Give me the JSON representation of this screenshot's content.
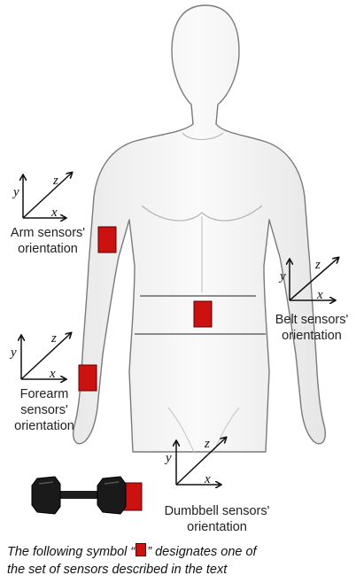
{
  "labels": {
    "arm": [
      "Arm sensors'",
      "orientation"
    ],
    "belt": [
      "Belt sensors'",
      "orientation"
    ],
    "forearm": [
      "Forearm",
      "sensors'",
      "orientation"
    ],
    "dumbbell": [
      "Dumbbell sensors'",
      "orientation"
    ]
  },
  "axes": {
    "x": "x",
    "y": "y",
    "z": "z"
  },
  "caption": {
    "before": "The following symbol “",
    "after": "” designates one of",
    "line2": "the set of sensors described in the text"
  },
  "colors": {
    "sensor": "#cc1111",
    "sensor_border": "#5a0000",
    "body_outline": "#7a7a7a",
    "body_fill": "#f6f6f6"
  }
}
